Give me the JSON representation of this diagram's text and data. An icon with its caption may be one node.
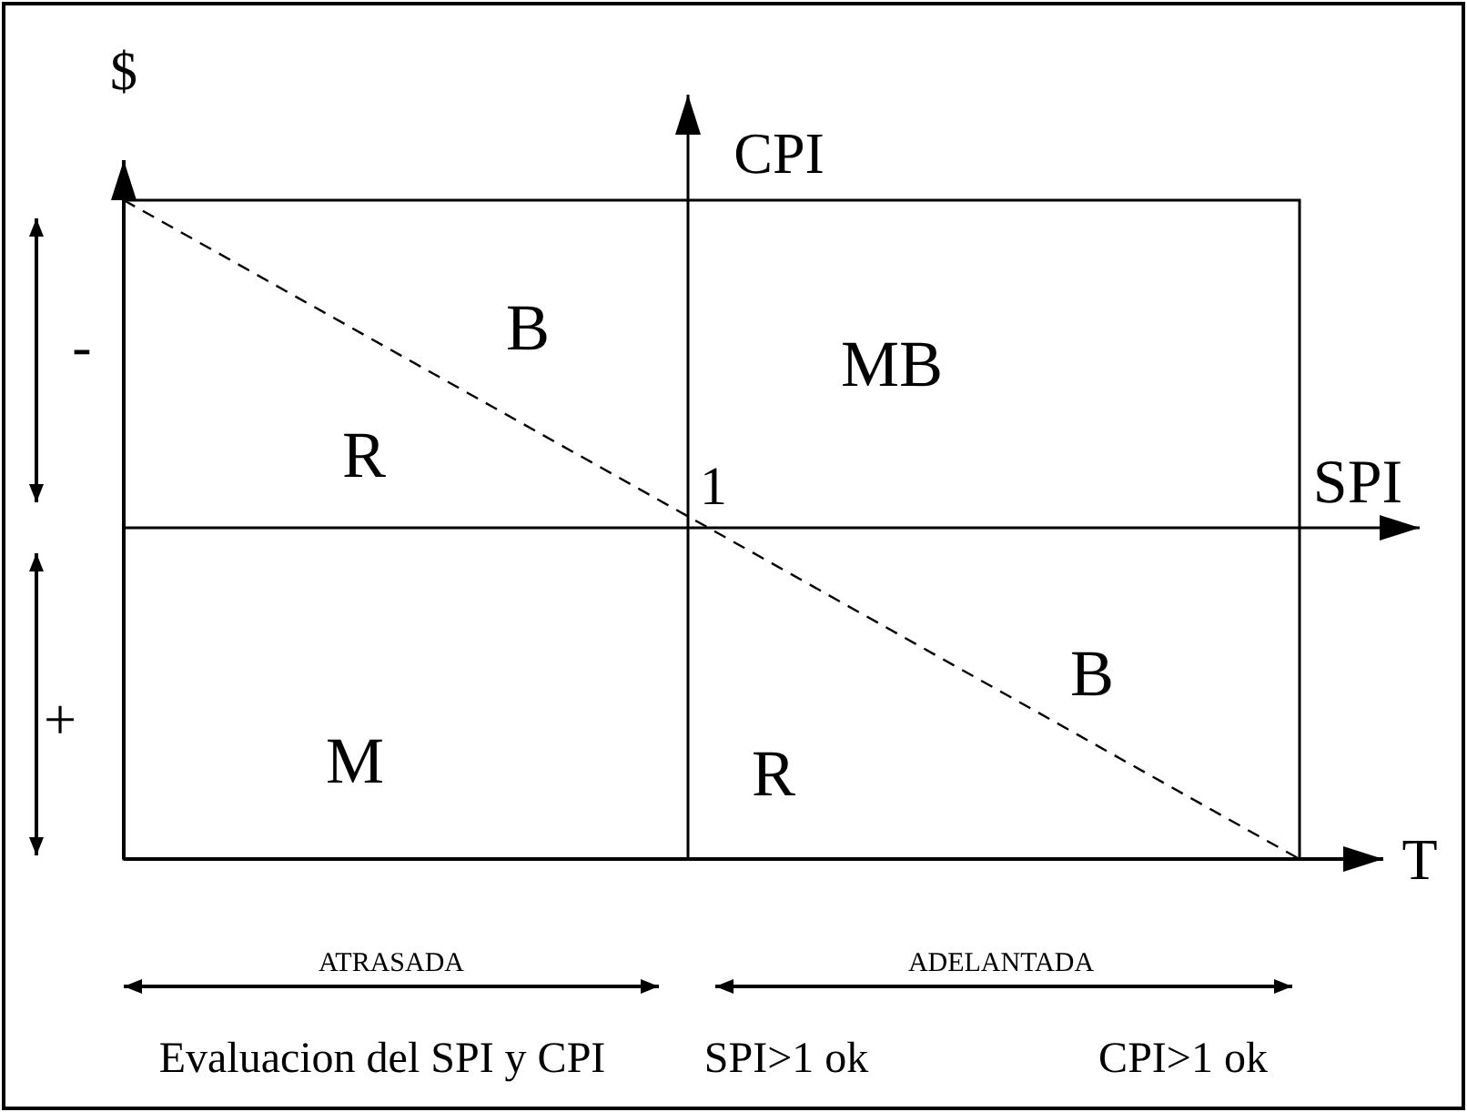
{
  "diagram": {
    "caption": "Evaluacion del SPI y CPI",
    "labels": [
      "$",
      "CPI",
      "B",
      "MB",
      "-",
      "R",
      "1",
      "SPI",
      "B",
      "+",
      "M",
      "R",
      "T",
      "ATRASADA",
      "ADELANTADA",
      "SPI>1 ok",
      "CPI>1 ok"
    ]
  }
}
